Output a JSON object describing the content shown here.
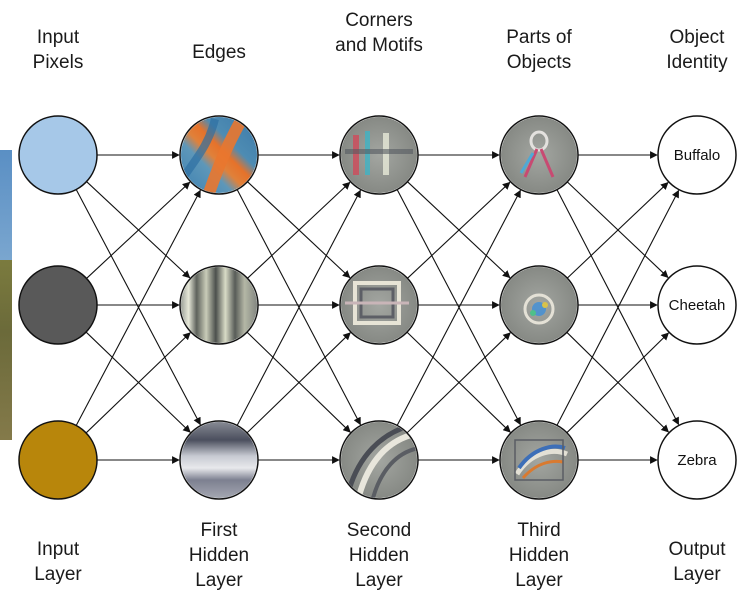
{
  "top_labels": [
    "Input\nPixels",
    "Edges",
    "Corners\nand Motifs",
    "Parts of\nObjects",
    "Object\nIdentity"
  ],
  "bottom_labels": [
    "Input\nLayer",
    "First\nHidden\nLayer",
    "Second\nHidden\nLayer",
    "Third\nHidden\nLayer",
    "Output\nLayer"
  ],
  "input_nodes": [
    {
      "color": "#a6c8e8"
    },
    {
      "color": "#595959"
    },
    {
      "color": "#b8860b"
    }
  ],
  "output_nodes": [
    "Buffalo",
    "Cheetah",
    "Zebra"
  ],
  "hidden_textures": [
    [
      "orange-blue-edge",
      "vertical-stripes",
      "horizontal-blur"
    ],
    [
      "corner-red-cyan",
      "box-motif",
      "curved-arcs"
    ],
    [
      "buffalo-part",
      "cheetah-part",
      "zebra-part"
    ]
  ]
}
